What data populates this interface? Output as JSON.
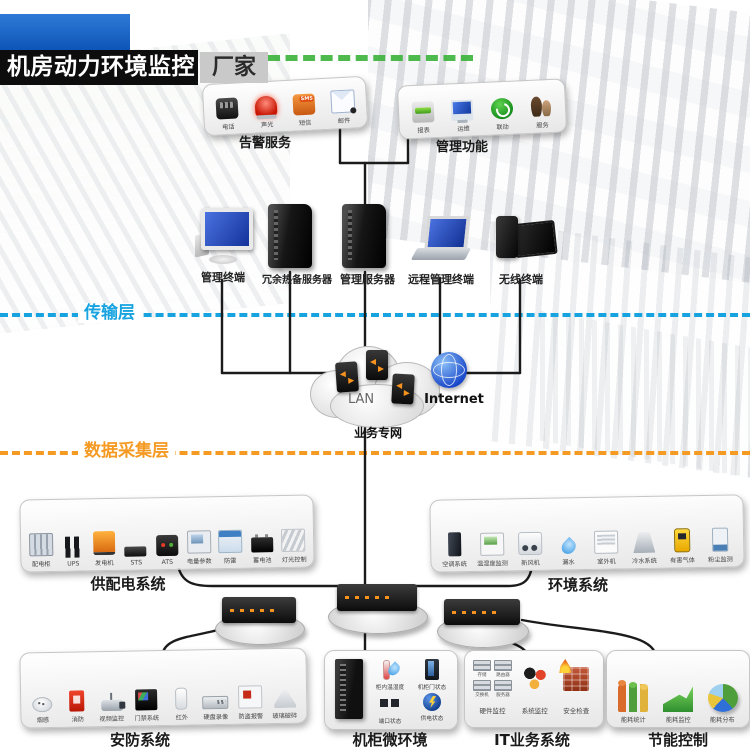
{
  "header": {
    "title": "机房动力环境监控",
    "vendor": "厂家"
  },
  "alarm_panel": {
    "label": "告警服务",
    "items": [
      {
        "label": "电话",
        "icon": "phone"
      },
      {
        "label": "声光",
        "icon": "siren"
      },
      {
        "label": "短信",
        "icon": "sms"
      },
      {
        "label": "邮件",
        "icon": "mail"
      }
    ]
  },
  "mgmt_panel": {
    "label": "管理功能",
    "items": [
      {
        "label": "报表",
        "icon": "printer"
      },
      {
        "label": "运维",
        "icon": "monitor"
      },
      {
        "label": "联动",
        "icon": "sync"
      },
      {
        "label": "服务",
        "icon": "users"
      }
    ]
  },
  "devices": [
    {
      "label": "管理终端"
    },
    {
      "label": "冗余热备服务器"
    },
    {
      "label": "管理服务器"
    },
    {
      "label": "远程管理终端"
    },
    {
      "label": "无线终端"
    }
  ],
  "layers": {
    "transport": {
      "label": "传输层",
      "color": "#17a3e0"
    },
    "collection": {
      "label": "数据采集层",
      "color": "#f59a23"
    }
  },
  "network": {
    "lan": "LAN",
    "net_name": "业务专网",
    "internet": "Internet"
  },
  "power_panel": {
    "label": "供配电系统",
    "items": [
      {
        "label": "配电柜",
        "icon": "cab"
      },
      {
        "label": "UPS",
        "icon": "ups"
      },
      {
        "label": "发电机",
        "icon": "gen"
      },
      {
        "label": "STS",
        "icon": "sts"
      },
      {
        "label": "ATS",
        "icon": "ats"
      },
      {
        "label": "电量参数",
        "icon": "meter"
      },
      {
        "label": "防雷",
        "icon": "spd"
      },
      {
        "label": "蓄电池",
        "icon": "batt"
      },
      {
        "label": "灯光控制",
        "icon": "light"
      }
    ]
  },
  "env_panel": {
    "label": "环境系统",
    "items": [
      {
        "label": "空调系统",
        "icon": "ac"
      },
      {
        "label": "温湿度监测",
        "icon": "th"
      },
      {
        "label": "新风机",
        "icon": "fan"
      },
      {
        "label": "漏水",
        "icon": "leak"
      },
      {
        "label": "室外机",
        "icon": "out"
      },
      {
        "label": "冷水系统",
        "icon": "ctower"
      },
      {
        "label": "有害气体",
        "icon": "gas"
      },
      {
        "label": "粉尘监测",
        "icon": "dust"
      }
    ]
  },
  "security_panel": {
    "label": "安防系统",
    "items": [
      {
        "label": "烟感",
        "icon": "smoke"
      },
      {
        "label": "消防",
        "icon": "fire"
      },
      {
        "label": "视频监控",
        "icon": "cam"
      },
      {
        "label": "门禁系统",
        "icon": "door"
      },
      {
        "label": "红外",
        "icon": "ir"
      },
      {
        "label": "硬盘录像",
        "icon": "dvr"
      },
      {
        "label": "防盗报警",
        "icon": "alarm"
      },
      {
        "label": "玻璃破碎",
        "icon": "glass"
      }
    ]
  },
  "cabinet_panel": {
    "label": "机柜微环境",
    "items": [
      {
        "label": "柜内温湿度",
        "icon": "thdrop"
      },
      {
        "label": "机柜门状态",
        "icon": "doorst"
      },
      {
        "label": "端口状态",
        "icon": "ports"
      },
      {
        "label": "供电状态",
        "icon": "power"
      }
    ]
  },
  "it_panel": {
    "label": "IT业务系统",
    "hardware_items": [
      "存储",
      "路由器",
      "交换机",
      "服务器"
    ],
    "groups": [
      {
        "label": "硬件监控"
      },
      {
        "label": "系统监控"
      },
      {
        "label": "安全检查"
      }
    ]
  },
  "energy_panel": {
    "label": "节能控制",
    "items": [
      {
        "label": "能耗统计",
        "icon": "stat"
      },
      {
        "label": "能耗监控",
        "icon": "trend"
      },
      {
        "label": "能耗分布",
        "icon": "pie"
      }
    ]
  }
}
